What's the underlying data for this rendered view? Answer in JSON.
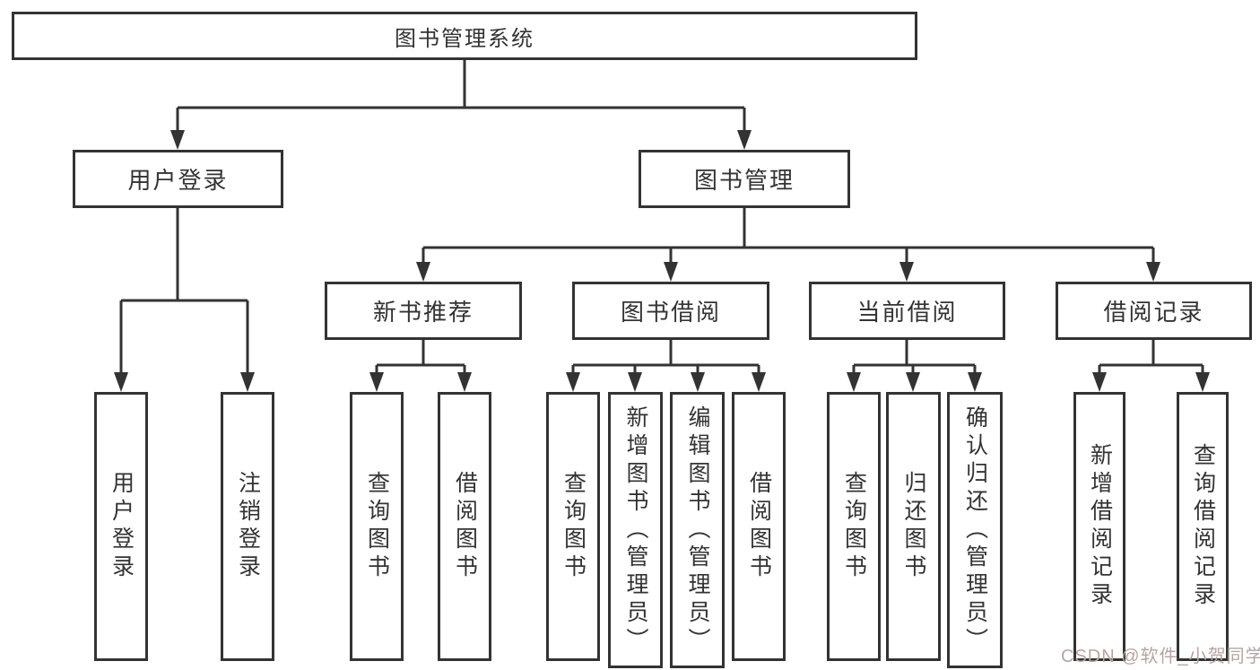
{
  "colors": {
    "line": "#333333",
    "text": "#333333",
    "box_background": "#ffffff",
    "watermark": "#b7a4a4"
  },
  "watermark": {
    "text": "CSDN @软件_小贺同学"
  },
  "diagram": {
    "type": "tree",
    "root": {
      "label": "图书管理系统",
      "children": [
        {
          "label": "用户登录",
          "children": [
            {
              "label": "用户登录"
            },
            {
              "label": "注销登录"
            }
          ]
        },
        {
          "label": "图书管理",
          "children": [
            {
              "label": "新书推荐",
              "children": [
                {
                  "label": "查询图书"
                },
                {
                  "label": "借阅图书"
                }
              ]
            },
            {
              "label": "图书借阅",
              "children": [
                {
                  "label": "查询图书"
                },
                {
                  "label": "新增图书（管理员）"
                },
                {
                  "label": "编辑图书（管理员）"
                },
                {
                  "label": "借阅图书"
                }
              ]
            },
            {
              "label": "当前借阅",
              "children": [
                {
                  "label": "查询图书"
                },
                {
                  "label": "归还图书"
                },
                {
                  "label": "确认归还（管理员）"
                }
              ]
            },
            {
              "label": "借阅记录",
              "children": [
                {
                  "label": "新增借阅记录"
                },
                {
                  "label": "查询借阅记录"
                }
              ]
            }
          ]
        }
      ]
    }
  }
}
